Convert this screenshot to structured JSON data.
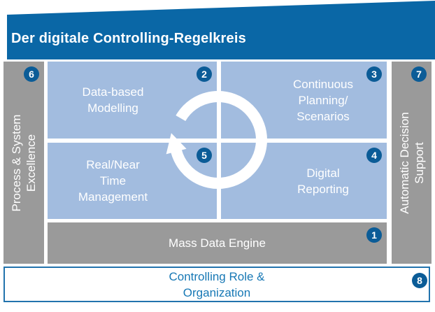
{
  "title": "Der digitale Controlling-Regelkreis",
  "colors": {
    "band_blue": "#0a67a6",
    "quadrant_blue": "#a2bcdf",
    "pillar_gray": "#9a9a9a",
    "badge_blue": "#0b5c97",
    "bottom_border_blue": "#2273ad",
    "bottom_text_blue": "#1778b5",
    "arrow_white": "#ffffff"
  },
  "pillars": {
    "left": {
      "lines": [
        "Process & System",
        "Excellence"
      ],
      "badge": "6"
    },
    "right": {
      "lines": [
        "Automatic Decision",
        "Support"
      ],
      "badge": "7"
    }
  },
  "quadrants": [
    {
      "name": "data-based-modelling",
      "lines": [
        "Data-based",
        "Modelling"
      ],
      "badge": "2"
    },
    {
      "name": "continuous-planning-scenarios",
      "lines": [
        "Continuous",
        "Planning/",
        "Scenarios"
      ],
      "badge": "3"
    },
    {
      "name": "real-near-time-management",
      "lines": [
        "Real/Near",
        "Time",
        "Management"
      ],
      "badge": "5"
    },
    {
      "name": "digital-reporting",
      "lines": [
        "Digital",
        "Reporting"
      ],
      "badge": "4"
    }
  ],
  "mass_data_engine": {
    "label": "Mass Data Engine",
    "badge": "1"
  },
  "bottom_bar": {
    "lines": [
      "Controlling Role &",
      "Organization"
    ],
    "badge": "8"
  },
  "cycle_arrow": {
    "direction": "clockwise"
  }
}
